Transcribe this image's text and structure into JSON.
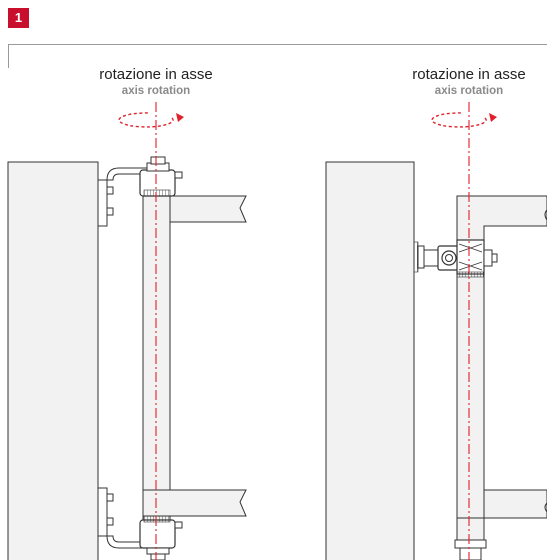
{
  "badge": {
    "number": "1"
  },
  "diagrams": [
    {
      "label_main": "rotazione in asse",
      "label_sub": "axis rotation"
    },
    {
      "label_main": "rotazione in asse",
      "label_sub": "axis rotation"
    }
  ],
  "colors": {
    "accent": "#c8102e",
    "axis_line": "#e0202a",
    "outline": "#333333",
    "wall_fill": "#f2f2f2",
    "frame": "#9a9a9a"
  }
}
